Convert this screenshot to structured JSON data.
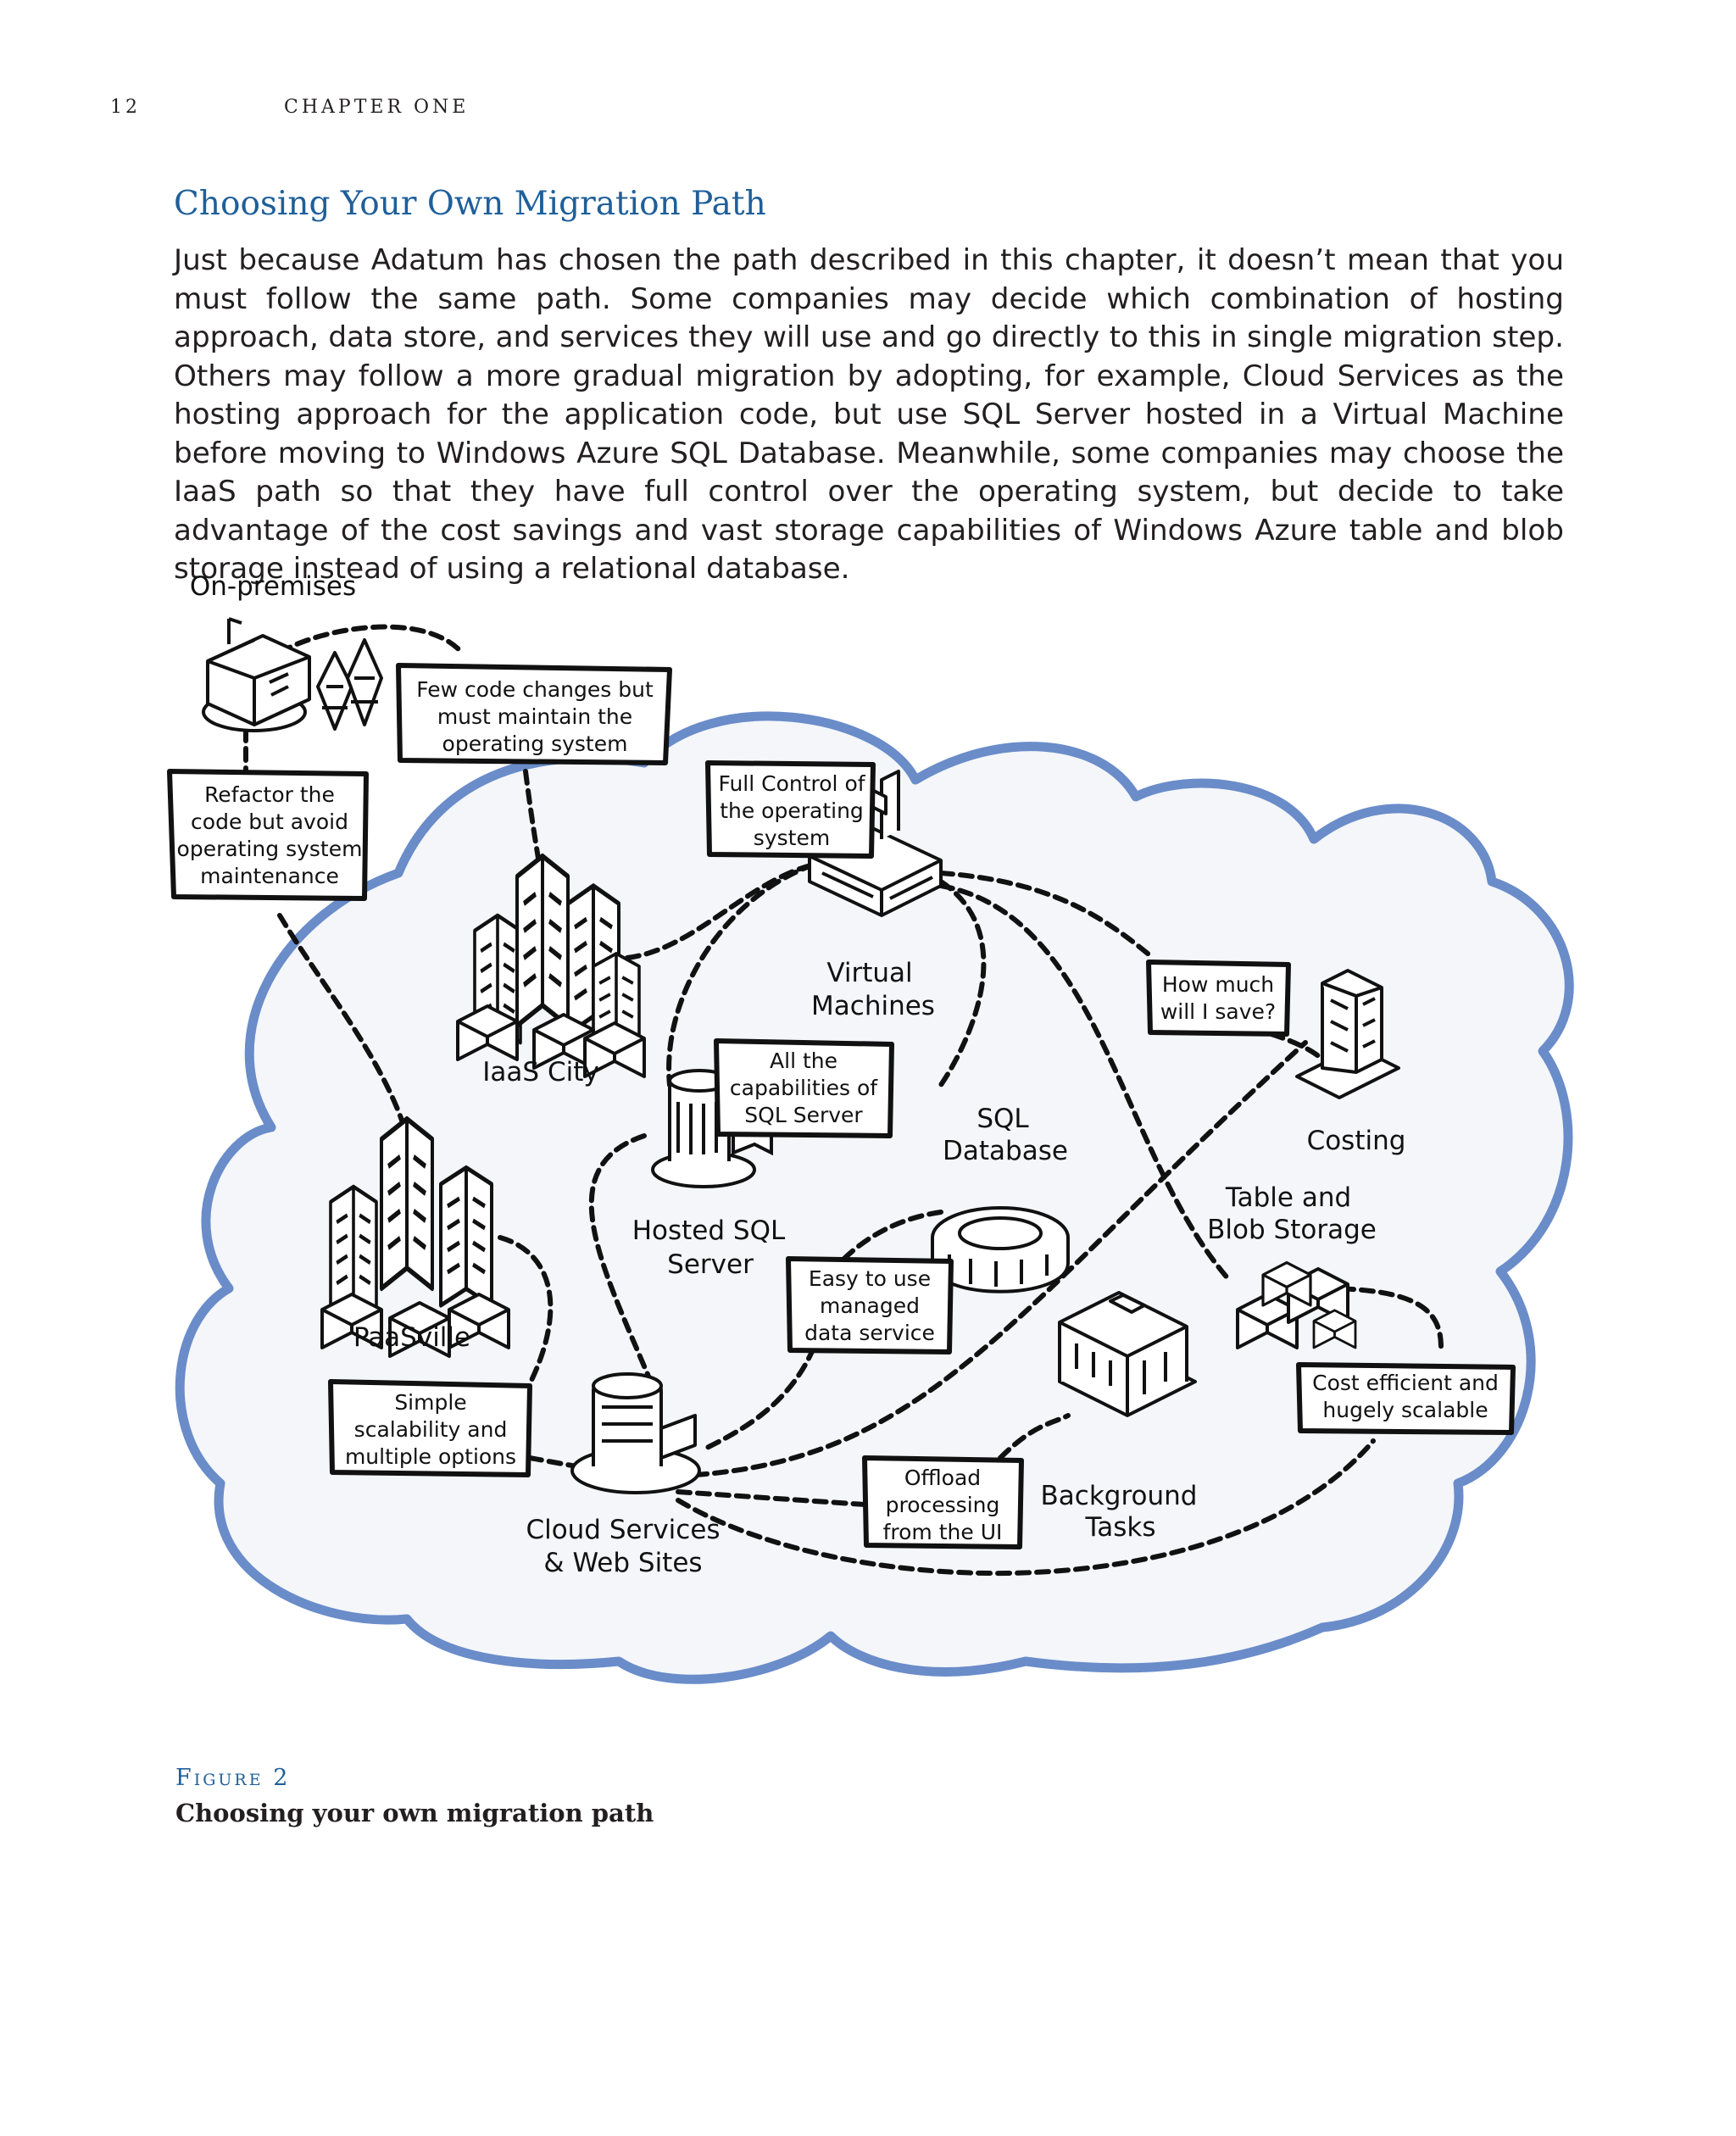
{
  "header": {
    "page_number": "12",
    "chapter_label": "CHAPTER ONE"
  },
  "section": {
    "title": "Choosing Your Own Migration Path",
    "body": "Just because Adatum has chosen the path described in this chapter, it doesn’t mean that you must follow the same path. Some companies may decide which combination of hosting approach, data store, and services they will use and go directly to this in single migration step. Others may follow a more gradual migration by adopting, for example, Cloud Services as the hosting approach for the application code, but use SQL Server hosted in a Virtual Machine before moving to Windows Azure SQL Database. Meanwhile, some companies may choose the IaaS path so that they have full control over the operating system, but decide to take advantage of the cost savings and vast storage capa­bilities of Windows Azure table and blob storage instead of using a relational database."
  },
  "figure": {
    "number": "Figure 2",
    "caption": "Choosing your own migration path",
    "places": {
      "on_premises": "On-premises",
      "iaas_city": "IaaS City",
      "paasville": "PaaSville",
      "virtual_machines": [
        "Virtual",
        "Machines"
      ],
      "hosted_sql": [
        "Hosted SQL",
        "Server"
      ],
      "sql_database": [
        "SQL",
        "Database"
      ],
      "costing": "Costing",
      "table_blob": [
        "Table and",
        "Blob Storage"
      ],
      "cloud_services": [
        "Cloud Services",
        "& Web Sites"
      ],
      "background_tasks": [
        "Background",
        "Tasks"
      ]
    },
    "signs": {
      "few_code_changes": [
        "Few code changes but",
        "must maintain the",
        "operating system"
      ],
      "refactor": [
        "Refactor the",
        "code but avoid",
        "operating system",
        "maintenance"
      ],
      "full_control": [
        "Full Control of",
        "the operating",
        "system"
      ],
      "how_much": [
        "How much",
        "will I save?"
      ],
      "all_capabilities": [
        "All the",
        "capabilities of",
        "SQL Server"
      ],
      "easy_to_use": [
        "Easy to use",
        "managed",
        "data service"
      ],
      "simple_scalability": [
        "Simple",
        "scalability and",
        "multiple options"
      ],
      "offload": [
        "Offload",
        "processing",
        "from the UI"
      ],
      "cost_efficient": [
        "Cost efficient and",
        "hugely scalable"
      ]
    },
    "colors": {
      "cloud_outline": "#6a8cc9",
      "cloud_fill": "#f4f6fa",
      "accent": "#1f5f99"
    }
  }
}
